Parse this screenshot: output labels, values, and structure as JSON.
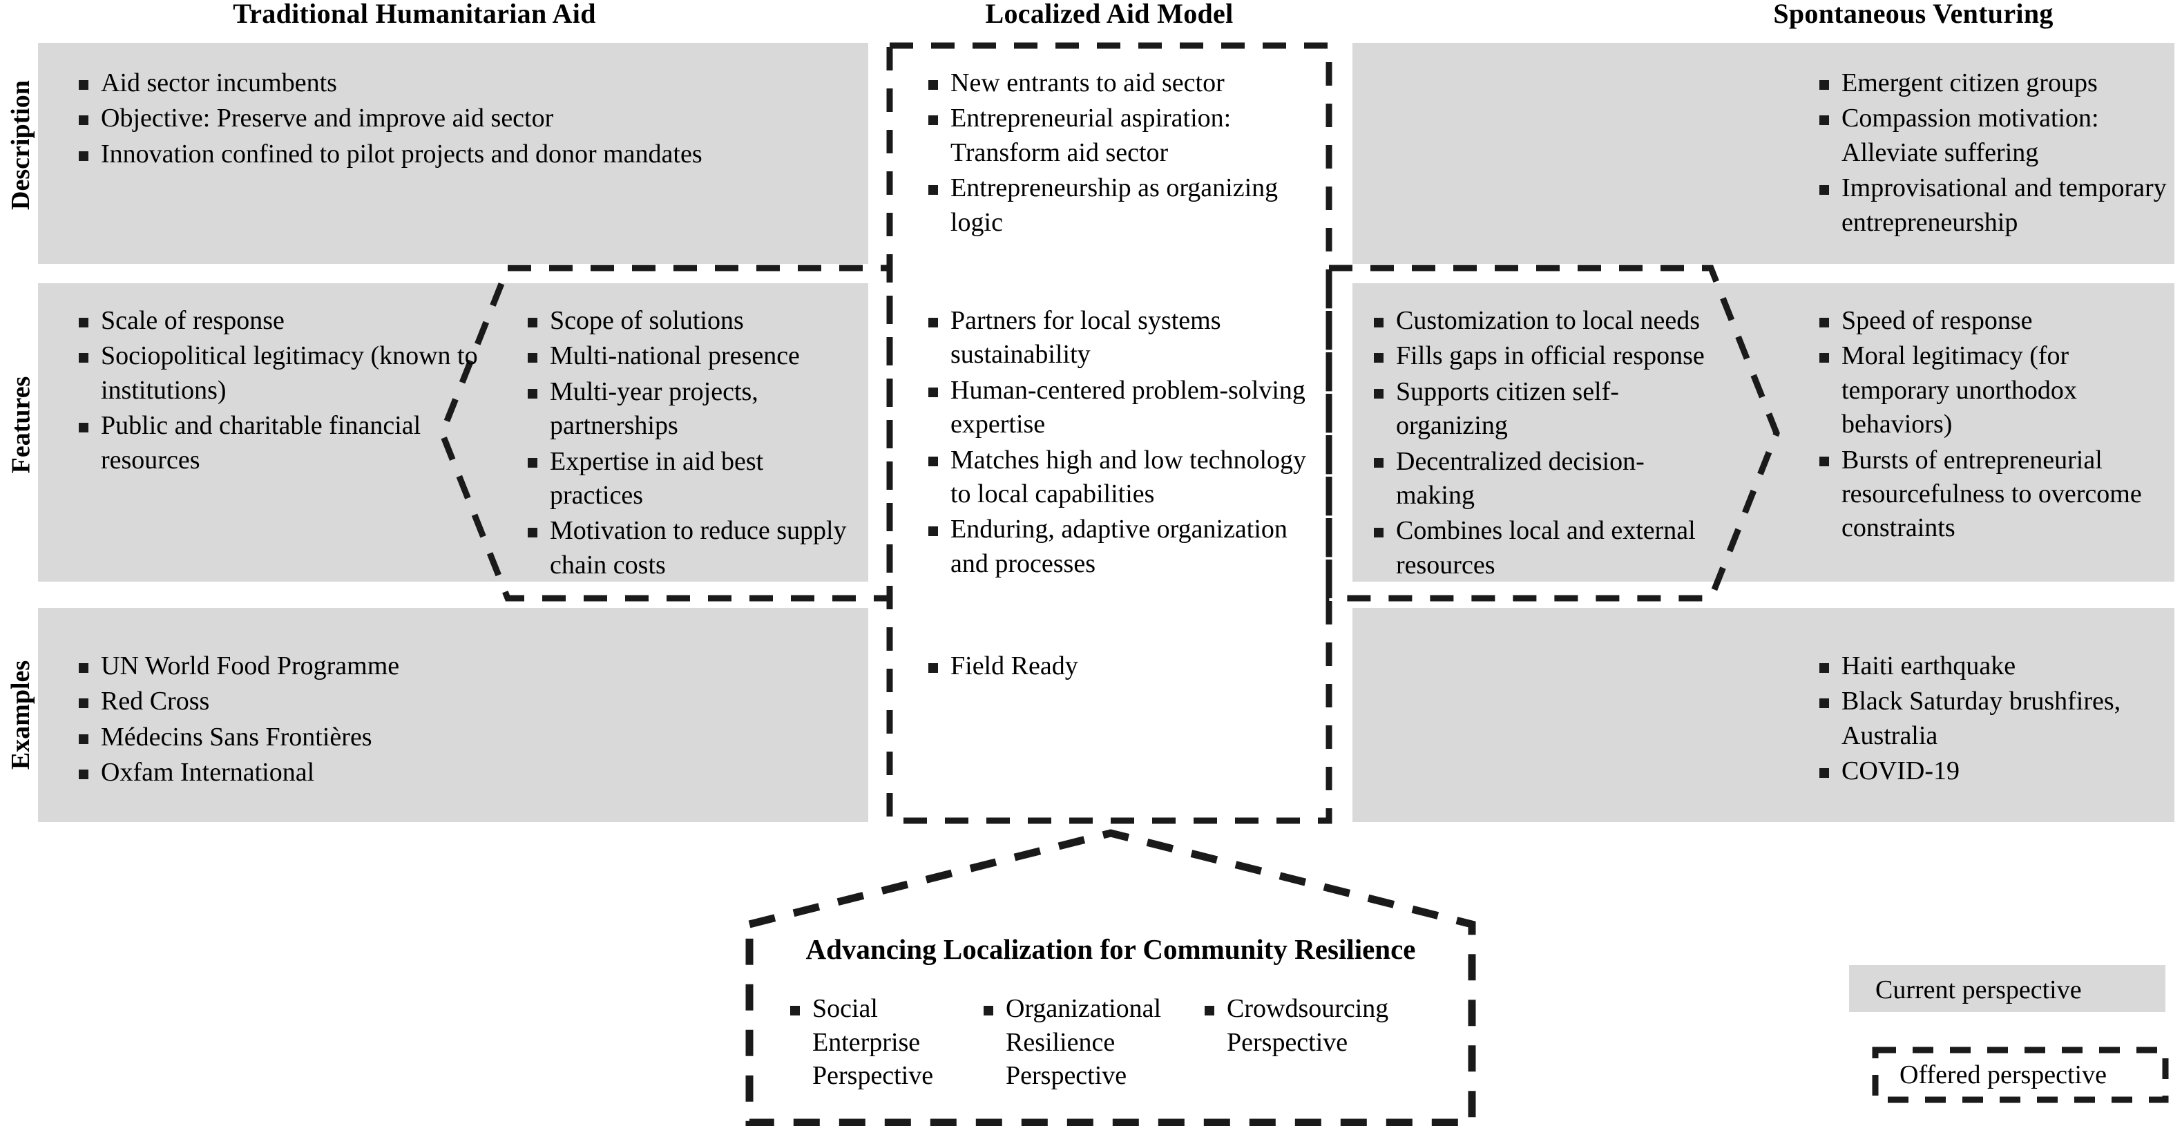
{
  "columns": [
    {
      "id": "traditional",
      "title": "Traditional Humanitarian Aid"
    },
    {
      "id": "localized",
      "title": "Localized Aid Model"
    },
    {
      "id": "spontaneous",
      "title": "Spontaneous Venturing"
    }
  ],
  "rows": [
    {
      "id": "description",
      "label": "Description"
    },
    {
      "id": "features",
      "label": "Features"
    },
    {
      "id": "examples",
      "label": "Examples"
    }
  ],
  "description": {
    "traditional": [
      "Aid sector incumbents",
      "Objective: Preserve and improve aid sector",
      "Innovation confined to pilot projects and donor mandates"
    ],
    "localized": [
      "New entrants to aid sector",
      "Entrepreneurial aspiration: Transform aid sector",
      "Entrepreneurship as organizing logic"
    ],
    "spontaneous": [
      "Emergent citizen groups",
      "Compassion motivation: Alleviate suffering",
      "Improvisational and temporary entrepreneurship"
    ]
  },
  "features": {
    "traditional_left": [
      "Scale of response",
      "Sociopolitical legitimacy (known to institutions)",
      "Public and charitable financial resources"
    ],
    "traditional_right": [
      "Scope of solutions",
      "Multi-national presence",
      "Multi-year projects, partnerships",
      "Expertise in aid best practices",
      "Motivation to reduce supply chain costs"
    ],
    "localized": [
      "Partners for local systems sustainability",
      "Human-centered problem-solving expertise",
      "Matches high and low technology to local capabilities",
      "Enduring, adaptive organization and processes"
    ],
    "spontaneous_left": [
      "Customization to local needs",
      "Fills gaps in official response",
      "Supports citizen self-organizing",
      "Decentralized decision-making",
      "Combines local and external resources"
    ],
    "spontaneous_right": [
      "Speed of response",
      "Moral legitimacy (for temporary unorthodox behaviors)",
      "Bursts of entrepreneurial resourcefulness to overcome constraints"
    ]
  },
  "examples": {
    "traditional": [
      "UN World Food Programme",
      "Red Cross",
      "Médecins Sans Frontières",
      "Oxfam International"
    ],
    "localized": [
      "Field Ready"
    ],
    "spontaneous": [
      "Haiti earthquake",
      "Black Saturday brushfires, Australia",
      "COVID-19"
    ]
  },
  "bottom_callout": {
    "title": "Advancing Localization for Community Resilience",
    "items": [
      "Social Enterprise Perspective",
      "Organizational Resilience Perspective",
      "Crowdsourcing Perspective"
    ]
  },
  "legend": {
    "current_label": "Current perspective",
    "offered_label": "Offered perspective"
  },
  "colors": {
    "panel_fill": "#d9d9d9",
    "dash_stroke": "#1a1a1a",
    "text": "#000000"
  }
}
